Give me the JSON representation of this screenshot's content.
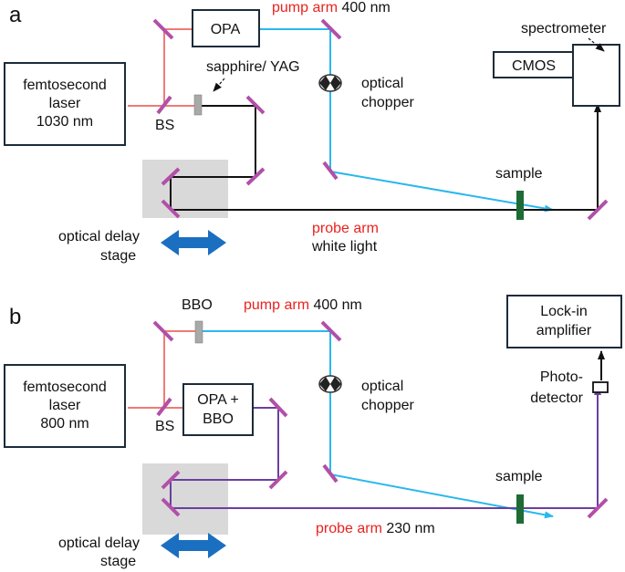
{
  "panel_a": {
    "letter": "a",
    "laser": [
      "femtosecond",
      "laser",
      "1030 nm"
    ],
    "opa": "OPA",
    "pump_prefix": "pump arm",
    "pump_suffix": " 400 nm",
    "sapphire": "sapphire/ YAG",
    "bs": "BS",
    "chopper": [
      "optical",
      "chopper"
    ],
    "cmos": "CMOS",
    "spectrometer": "spectrometer",
    "sample": "sample",
    "probe_prefix": "probe arm",
    "probe_line2": "white light",
    "delay": [
      "optical delay",
      "stage"
    ]
  },
  "panel_b": {
    "letter": "b",
    "laser": [
      "femtosecond",
      "laser",
      "800 nm"
    ],
    "bbo": "BBO",
    "opa": [
      "OPA +",
      "BBO"
    ],
    "pump_prefix": "pump arm",
    "pump_suffix": " 400 nm",
    "bs": "BS",
    "chopper": [
      "optical",
      "chopper"
    ],
    "lockin": [
      "Lock-in",
      "amplifier"
    ],
    "photodetector": [
      "Photo-",
      "detector"
    ],
    "sample": "sample",
    "probe_prefix": "probe arm",
    "probe_suffix": " 230 nm",
    "delay": [
      "optical delay",
      "stage"
    ]
  },
  "colors": {
    "pump_beam": "#2ab7ee",
    "fundamental_beam": "#f07a76",
    "probe_beam_a": "#111111",
    "probe_beam_b": "#6a3fa0",
    "mirror": "#b24fa8",
    "sample": "#1e6b35",
    "delay_arrow": "#1b6fc0",
    "arm_label": "#e8231f"
  }
}
